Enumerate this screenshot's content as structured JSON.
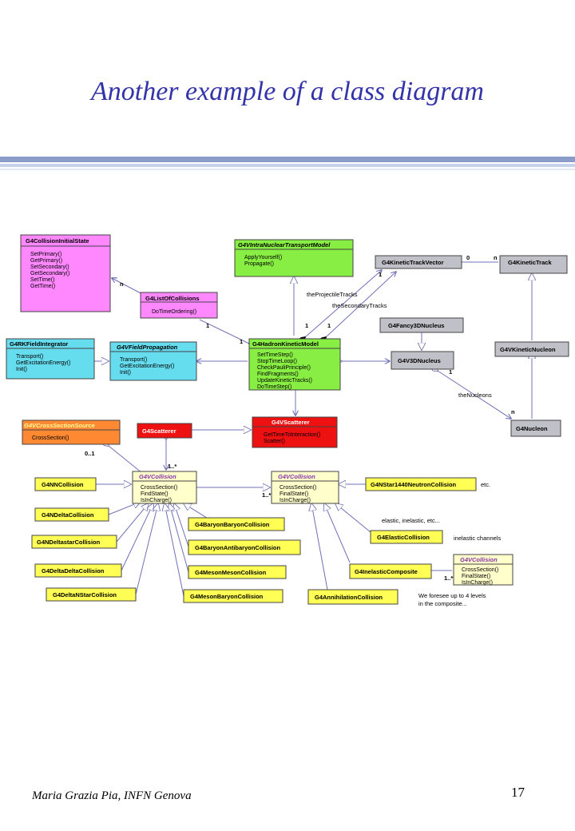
{
  "title": "Another example of a class diagram",
  "footer": {
    "author": "Maria Grazia Pia, INFN Genova",
    "page": "17"
  },
  "colors": {
    "title": "#3333aa",
    "magenta": "#ff88ff",
    "green": "#88ee44",
    "gray": "#c0c0c8",
    "cyan": "#66ddee",
    "red": "#ee1111",
    "orange": "#ff8833",
    "yellow": "#ffff55",
    "cream": "#ffffcc"
  },
  "classes": [
    {
      "id": "collisionInitialState",
      "name": "G4CollisionInitialState",
      "methods": [
        "SetPrimary()",
        "GetPrimary()",
        "SetSecondary()",
        "GetSecondary()",
        "SetTime()",
        "GetTime()"
      ]
    },
    {
      "id": "intraNuclear",
      "name": "G4VIntraNuclearTransportModel",
      "methods": [
        "ApplyYourself()",
        "Propagate()"
      ]
    },
    {
      "id": "kineticTrackVector",
      "name": "G4KineticTrackVector",
      "methods": []
    },
    {
      "id": "kineticTrack",
      "name": "G4KineticTrack",
      "methods": []
    },
    {
      "id": "listOfCollisions",
      "name": "G4ListOfCollisions",
      "methods": [
        "DoTimeOrdering()"
      ]
    },
    {
      "id": "rkField",
      "name": "G4RKFieldIntegrator",
      "methods": [
        "Transport()",
        "GetExcitationEnergy()",
        "Init()"
      ]
    },
    {
      "id": "fieldPropagation",
      "name": "G4VFieldPropagation",
      "methods": [
        "Transport()",
        "GetExcitationEnergy()",
        "Init()"
      ]
    },
    {
      "id": "hadronKinetic",
      "name": "G4HadronKineticModel",
      "methods": [
        "SetTimeStep()",
        "StopTimeLoop()",
        "CheckPauliPrinciple()",
        "FindFragments()",
        "UpdateKineticTracks()",
        "DoTimeStep()"
      ]
    },
    {
      "id": "fancy3D",
      "name": "G4Fancy3DNucleus",
      "methods": []
    },
    {
      "id": "v3DNucleus",
      "name": "G4V3DNucleus",
      "methods": []
    },
    {
      "id": "vKineticNucleon",
      "name": "G4VKineticNucleon",
      "methods": []
    },
    {
      "id": "nucleon",
      "name": "G4Nucleon",
      "methods": []
    },
    {
      "id": "xsSource",
      "name": "G4VCrossSectionSource",
      "methods": [
        "CrossSection()"
      ]
    },
    {
      "id": "scatterer",
      "name": "G4Scatterer",
      "methods": []
    },
    {
      "id": "vScatterer",
      "name": "G4VScatterer",
      "methods": [
        "GetTimeToInteraction()",
        "Scatter()"
      ]
    },
    {
      "id": "vColl1",
      "name": "G4VCollision",
      "methods": [
        "CrossSection()",
        "FindState()",
        "IsInCharge()"
      ]
    },
    {
      "id": "vColl2",
      "name": "G4VCollision",
      "methods": [
        "CrossSection()",
        "FinalState()",
        "IsInCharge()"
      ]
    },
    {
      "id": "vColl3",
      "name": "G4VCollision",
      "methods": [
        "CrossSection()",
        "FinalState()",
        "IsInCharge()"
      ]
    },
    {
      "id": "nnColl",
      "name": "G4NNCollision",
      "methods": []
    },
    {
      "id": "nDeltaColl",
      "name": "G4NDeltaCollision",
      "methods": []
    },
    {
      "id": "nDeltastarColl",
      "name": "G4NDeltastarCollision",
      "methods": []
    },
    {
      "id": "deltaDeltaColl",
      "name": "G4DeltaDeltaCollision",
      "methods": []
    },
    {
      "id": "deltaNStarColl",
      "name": "G4DeltaNStarCollision",
      "methods": []
    },
    {
      "id": "bbColl",
      "name": "G4BaryonBaryonCollision",
      "methods": []
    },
    {
      "id": "babColl",
      "name": "G4BaryonAntibaryonCollision",
      "methods": []
    },
    {
      "id": "mmColl",
      "name": "G4MesonMesonCollision",
      "methods": []
    },
    {
      "id": "mbColl",
      "name": "G4MesonBaryonCollision",
      "methods": []
    },
    {
      "id": "nstarColl",
      "name": "G4NStar1440NeutronCollision",
      "methods": []
    },
    {
      "id": "elasticColl",
      "name": "G4ElasticCollision",
      "methods": []
    },
    {
      "id": "inelasticComp",
      "name": "G4InelasticComposite",
      "methods": []
    },
    {
      "id": "annihColl",
      "name": "G4AnnihilationCollision",
      "methods": []
    }
  ],
  "labels": [
    {
      "id": "projectileTracks",
      "text": "theProjectileTracks"
    },
    {
      "id": "secondaryTracks",
      "text": "theSecondaryTracks"
    },
    {
      "id": "theNucleons",
      "text": "theNucleons"
    },
    {
      "id": "etc",
      "text": "etc."
    },
    {
      "id": "elasticInelastic",
      "text": "elastic, inelastic, etc..."
    },
    {
      "id": "inelasticChannels",
      "text": "inelastic channels"
    },
    {
      "id": "foresee1",
      "text": "We foresee up to 4 levels"
    },
    {
      "id": "foresee2",
      "text": "in the composite..."
    }
  ],
  "multiplicities": [
    {
      "id": "m_n_cis",
      "text": "n"
    },
    {
      "id": "m_1_loc",
      "text": "1"
    },
    {
      "id": "m_0_ktv",
      "text": "0"
    },
    {
      "id": "m_n_kt",
      "text": "n"
    },
    {
      "id": "m_1_ktv1",
      "text": "1"
    },
    {
      "id": "m_1_hk1",
      "text": "1"
    },
    {
      "id": "m_1_hk2",
      "text": "1"
    },
    {
      "id": "m_1_hk3",
      "text": "1"
    },
    {
      "id": "m_1_v3d",
      "text": "1"
    },
    {
      "id": "m_n_nuc",
      "text": "n"
    },
    {
      "id": "m_01",
      "text": "0..1"
    },
    {
      "id": "m_1star_a",
      "text": "1..*"
    },
    {
      "id": "m_1star_b",
      "text": "1..*"
    },
    {
      "id": "m_1star_c",
      "text": "1..*"
    }
  ]
}
